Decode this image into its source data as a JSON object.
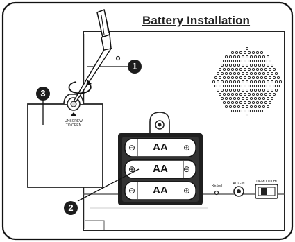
{
  "title": "Battery Installation",
  "callouts": {
    "step1": "1",
    "step2": "2",
    "step3": "3"
  },
  "cover": {
    "instruction_line1": "UNSCREW",
    "instruction_line2": "TO OPEN"
  },
  "batteries": [
    {
      "label": "AA",
      "left_pole": "⊖",
      "right_pole": "⊕"
    },
    {
      "label": "AA",
      "left_pole": "⊕",
      "right_pole": "⊖"
    },
    {
      "label": "AA",
      "left_pole": "⊖",
      "right_pole": "⊕"
    }
  ],
  "controls": {
    "reset_label": "RESET",
    "aux_label": "AUX-IN",
    "switch_label": "DEMO LO HI"
  },
  "icons": [
    "screwdriver-icon",
    "rotation-arrow-icon",
    "up-arrow-icon",
    "speaker-grille-icon"
  ]
}
